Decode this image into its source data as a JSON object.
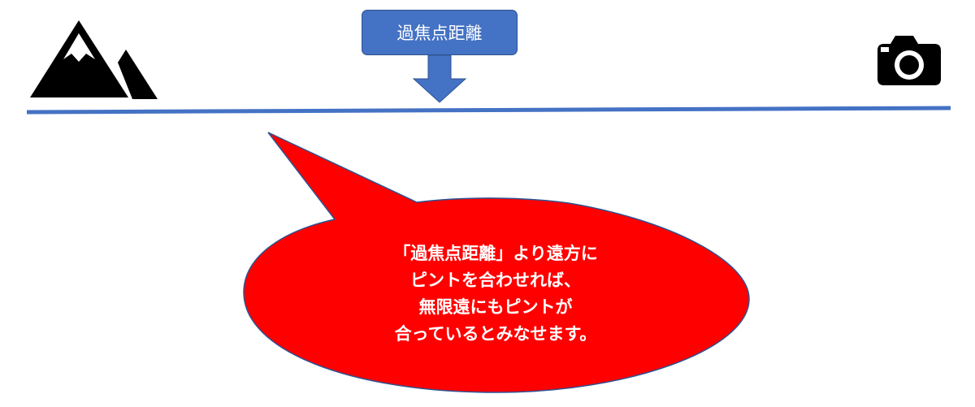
{
  "focus_label": "過焦点距離",
  "callout": {
    "lines": [
      "「過焦点距離」より遠方に",
      "ピントを合わせれば、",
      "無限遠にもピントが",
      "合っているとみなせます。"
    ]
  },
  "icons": {
    "left": "mountain-icon",
    "right": "camera-icon"
  },
  "colors": {
    "axis_line": "#4472c4",
    "label_box": "#4472c4",
    "arrow": "#4472c4",
    "callout_fill": "#ff0000",
    "callout_border": "#2f528f",
    "icon": "#000000",
    "text_on_color": "#ffffff"
  }
}
